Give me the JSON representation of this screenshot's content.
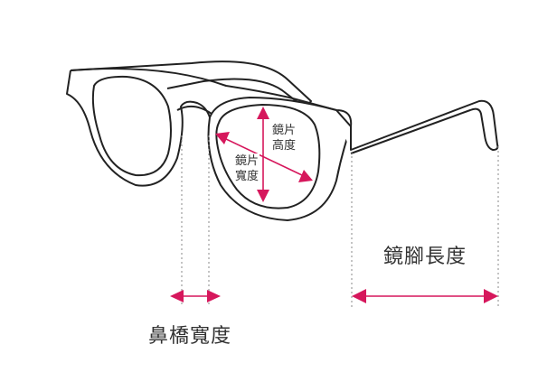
{
  "labels": {
    "lens_height_line1": "鏡片",
    "lens_height_line2": "高度",
    "lens_width_line1": "鏡片",
    "lens_width_line2": "寬度",
    "temple_length": "鏡腳長度",
    "bridge_width": "鼻橋寬度"
  },
  "colors": {
    "outline": "#222222",
    "arrow": "#d6175c",
    "guide": "#888888",
    "text": "#333333",
    "background": "#ffffff"
  }
}
